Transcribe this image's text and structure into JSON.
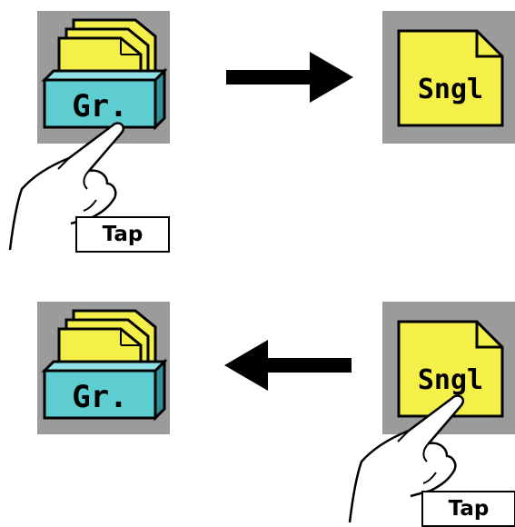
{
  "group_icon": {
    "label": "Gr."
  },
  "single_icon": {
    "label": "Sngl"
  },
  "tap_label_top": "Tap",
  "tap_label_bottom": "Tap",
  "colors": {
    "tile_gray": "#9b9b9b",
    "folder_yellow": "#f5ef4a",
    "folder_cyan": "#5ecdd2",
    "outline": "#000000"
  }
}
